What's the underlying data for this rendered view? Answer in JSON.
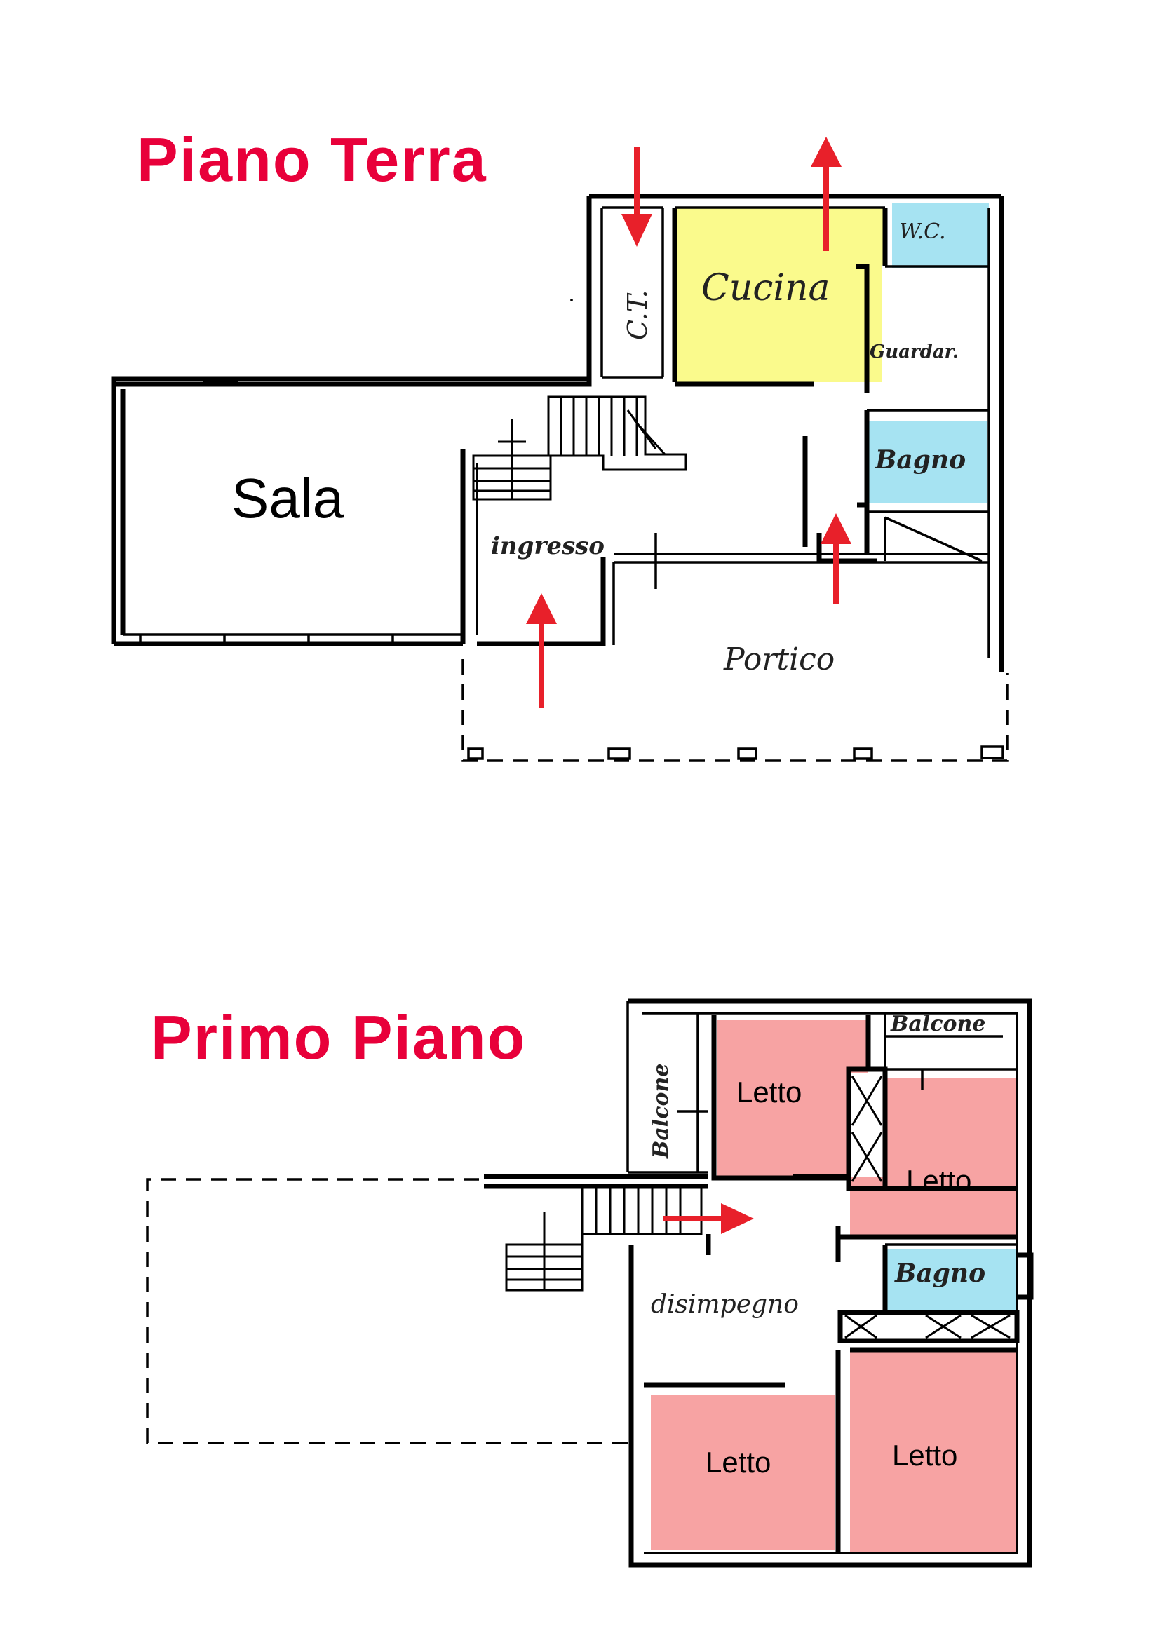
{
  "ground_floor": {
    "title": "Piano Terra",
    "rooms": {
      "sala": "Sala",
      "cucina": "Cucina",
      "ct": "C.T.",
      "wc": "W.C.",
      "guardaroba": "Guardar.",
      "bagno": "Bagno",
      "ingresso": "ingresso",
      "portico": "Portico"
    }
  },
  "first_floor": {
    "title": "Primo Piano",
    "rooms": {
      "balcone_left": "Balcone",
      "balcone_right": "Balcone",
      "letto_1": "Letto",
      "letto_2": "Letto",
      "letto_3": "Letto",
      "letto_4": "Letto",
      "bagno": "Bagno",
      "disimpegno": "disimpegno"
    }
  },
  "colors": {
    "title": "#e8003a",
    "arrow": "#e8202a",
    "kitchen": "#fafa8c",
    "bathroom": "#a6e3f2",
    "bedroom": "#f7a3a3"
  }
}
